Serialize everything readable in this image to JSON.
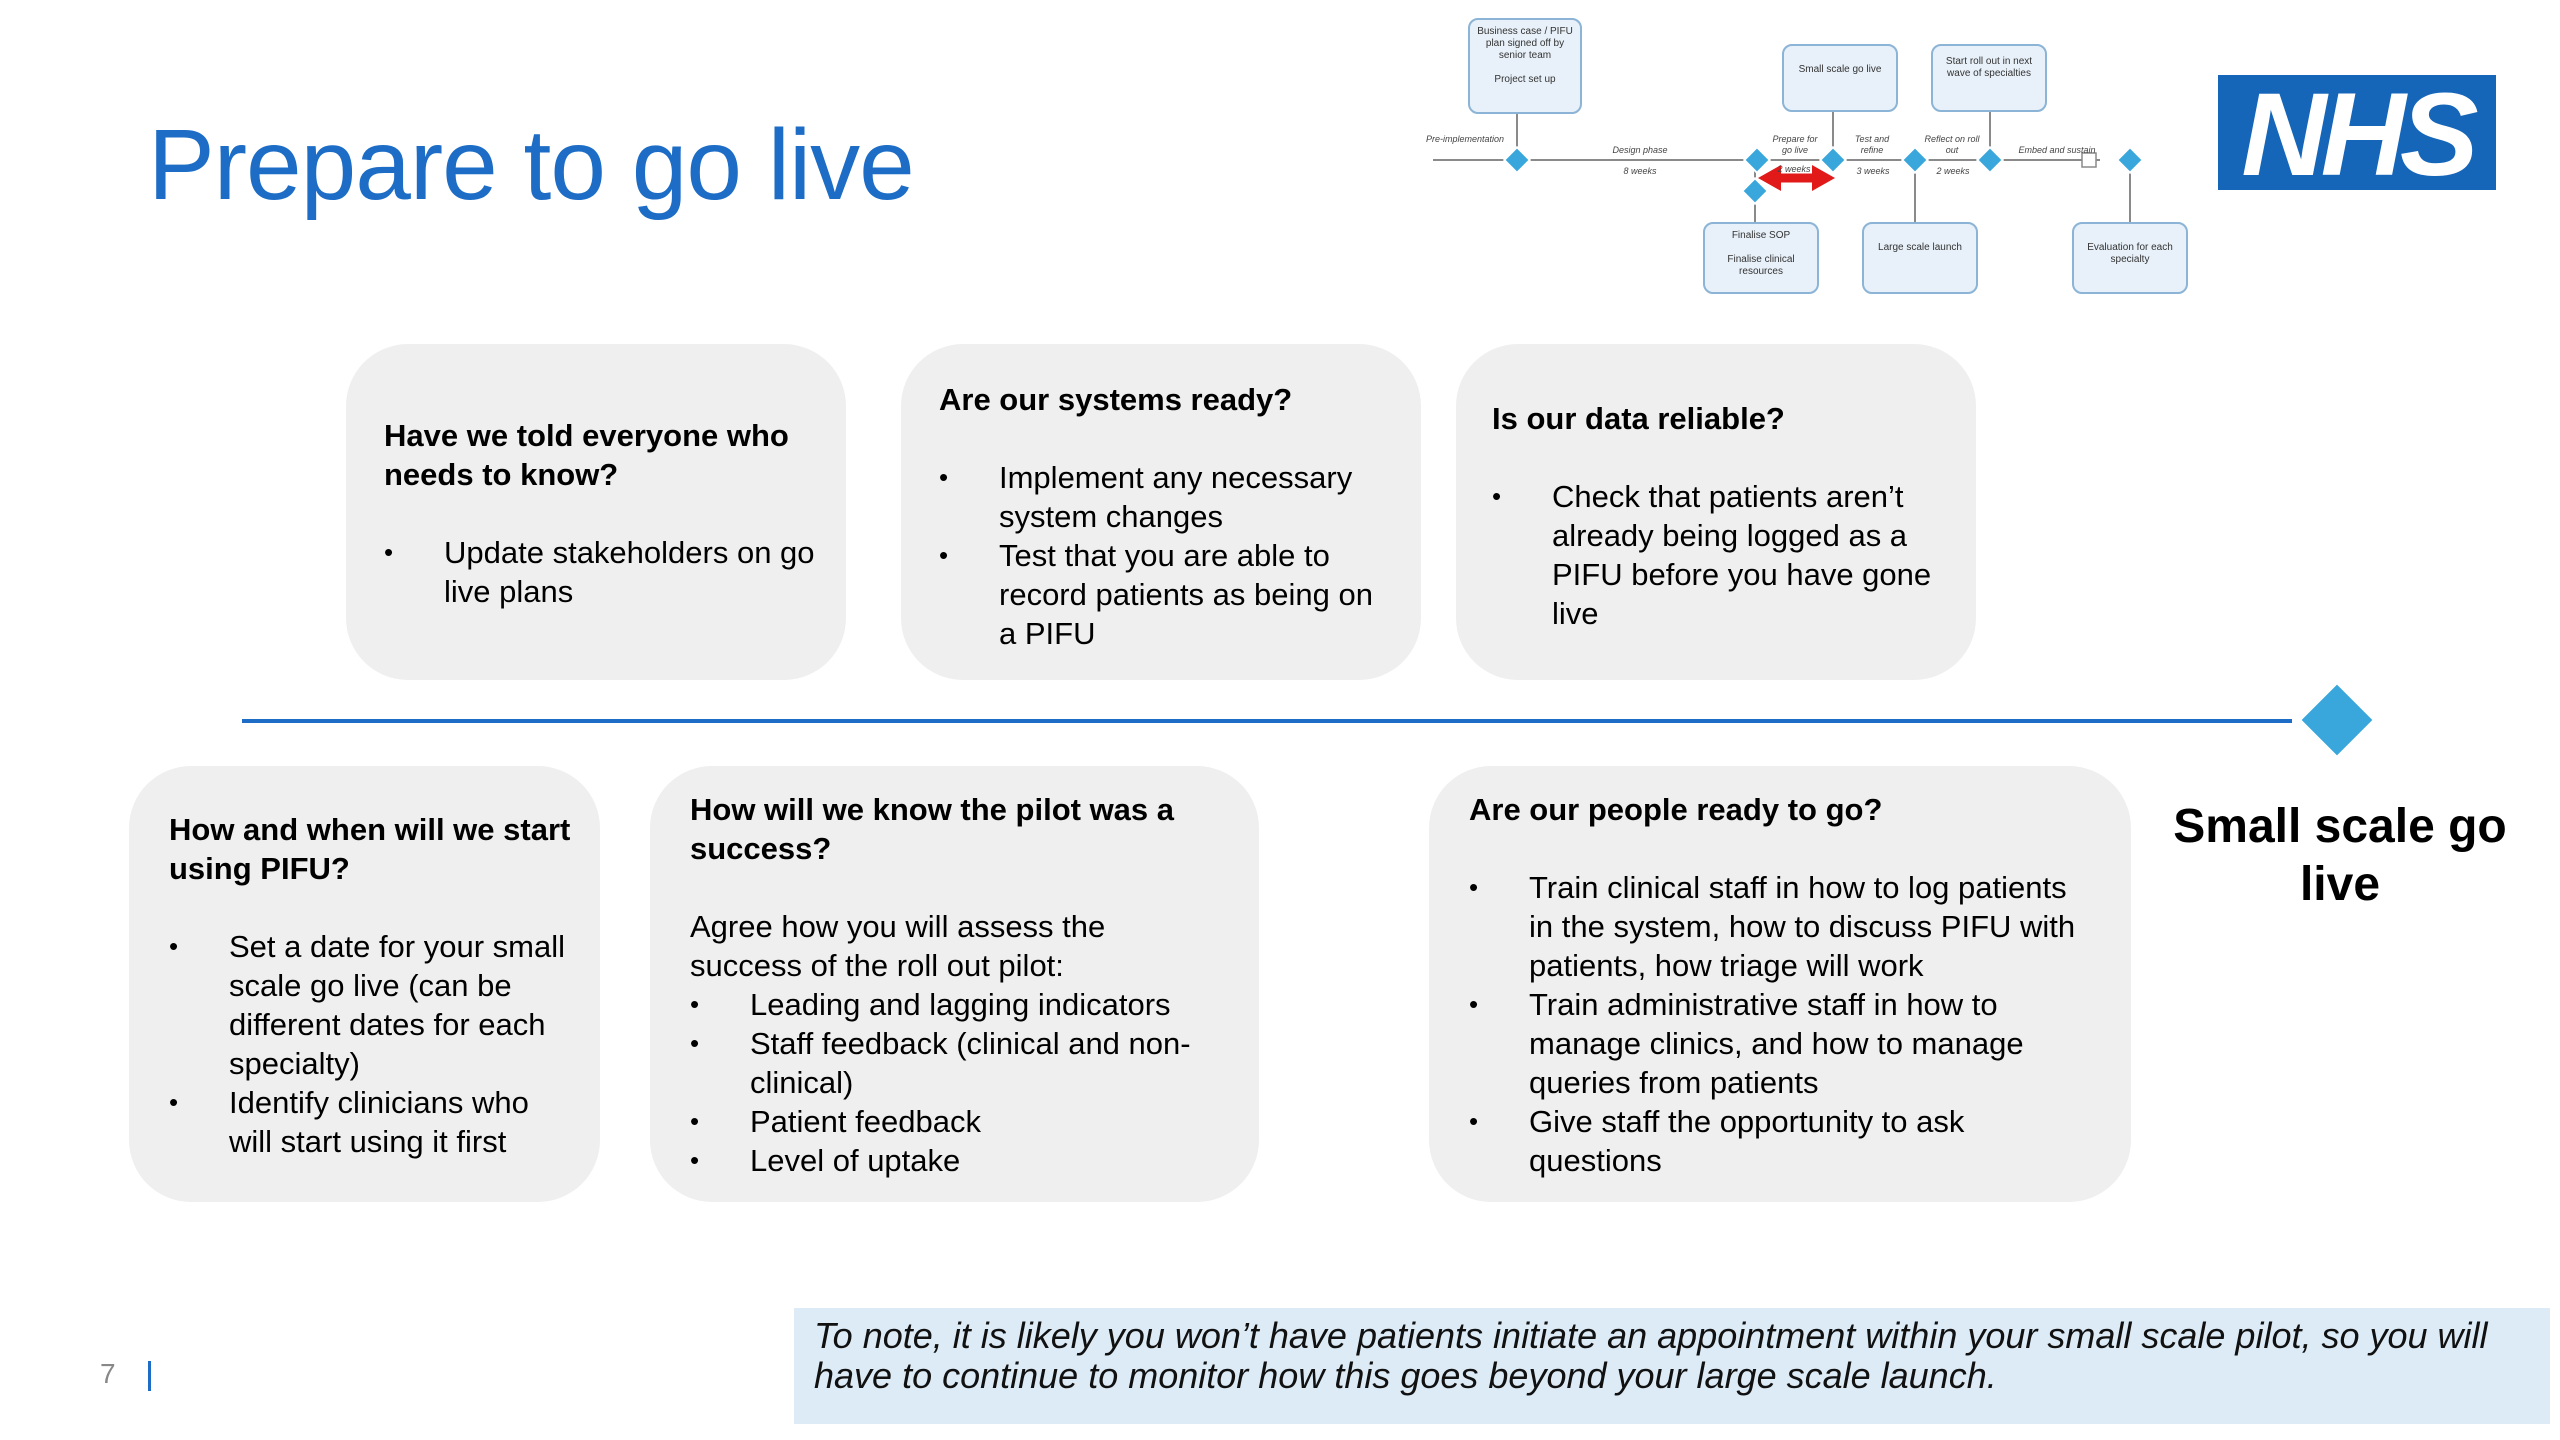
{
  "title": "Prepare to go live",
  "logo_text": "NHS",
  "milestone": "Small scale go live",
  "page_number": "7",
  "note": "To note, it is likely you won’t have patients initiate an appointment within your small scale pilot, so you will have to continue to monitor how this goes beyond your large scale launch.",
  "roadmap": {
    "top_boxes": [
      "Business case / PIFU plan signed off by senior team\n\nProject set up",
      "Small scale go live",
      "Start roll out in next wave of specialties"
    ],
    "bottom_boxes": [
      "Finalise SOP\n\nFinalise clinical resources",
      "Large scale launch",
      "Evaluation for each specialty"
    ],
    "phases": [
      "Pre-implementation",
      "Design phase",
      "Prepare for go live",
      "Test and refine",
      "Reflect on roll out",
      "Embed and sustain"
    ],
    "durations": [
      "8 weeks",
      "2 weeks",
      "3 weeks",
      "2 weeks"
    ]
  },
  "cards": {
    "told": {
      "heading": "Have we told everyone who needs to know?",
      "bullets": [
        "Update stakeholders on go live plans"
      ]
    },
    "systems": {
      "heading": "Are our systems ready?",
      "bullets": [
        "Implement any necessary system changes",
        "Test that you are able to record patients as being on a PIFU"
      ]
    },
    "data": {
      "heading": "Is our data reliable?",
      "bullets": [
        "Check that patients aren’t already being logged as a PIFU before you have gone live"
      ]
    },
    "start": {
      "heading": "How and when will we start using PIFU?",
      "bullets": [
        "Set a date for your small scale go live (can be different dates for each specialty)",
        "Identify clinicians who will start using it first"
      ]
    },
    "success": {
      "heading": "How will we know the pilot was a success?",
      "intro": "Agree how you will assess the success of the roll out pilot:",
      "bullets": [
        "Leading and lagging indicators",
        "Staff feedback (clinical and non-clinical)",
        "Patient feedback",
        "Level of uptake"
      ]
    },
    "people": {
      "heading": "Are our people ready to go?",
      "bullets": [
        "Train clinical staff in how to log patients in the system, how to discuss PIFU with patients, how triage will work",
        "Train administrative staff in how to manage clinics, and how to manage queries from patients",
        "Give staff the opportunity to ask questions"
      ]
    }
  }
}
